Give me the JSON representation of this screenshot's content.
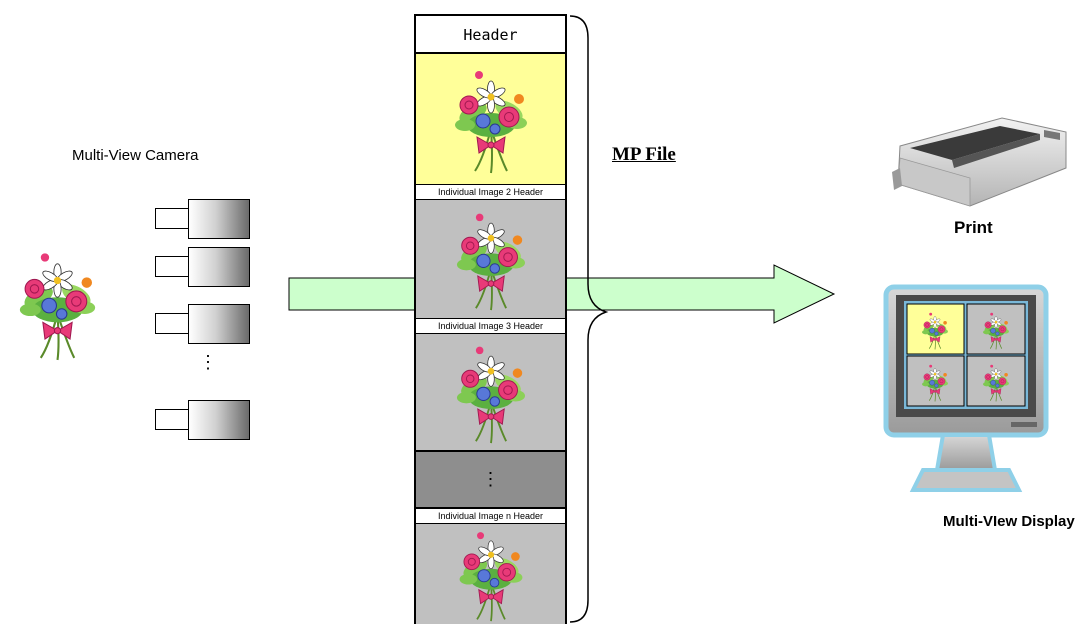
{
  "camera": {
    "title": "Multi-View Camera",
    "ellipsis": "⋮"
  },
  "mp_file": {
    "label": "MP File",
    "header": "Header",
    "individual_headers": [
      "Individual Image 2 Header",
      "Individual Image 3 Header",
      "Individual Image n Header"
    ],
    "ellipsis": "⋮"
  },
  "outputs": {
    "print_label": "Print",
    "display_label": "Multi-VIew Display"
  },
  "icons": [
    "flower-bouquet-icon",
    "camera-icon",
    "printer-icon",
    "monitor-icon",
    "arrow-right-icon",
    "brace-icon"
  ],
  "colors": {
    "arrow_fill": "#ccffcc",
    "first_image_bg": "#ffff99",
    "image_bg": "#c0c0c0",
    "gap_bg": "#8e8e8e",
    "monitor_border": "#8fd0e8"
  }
}
